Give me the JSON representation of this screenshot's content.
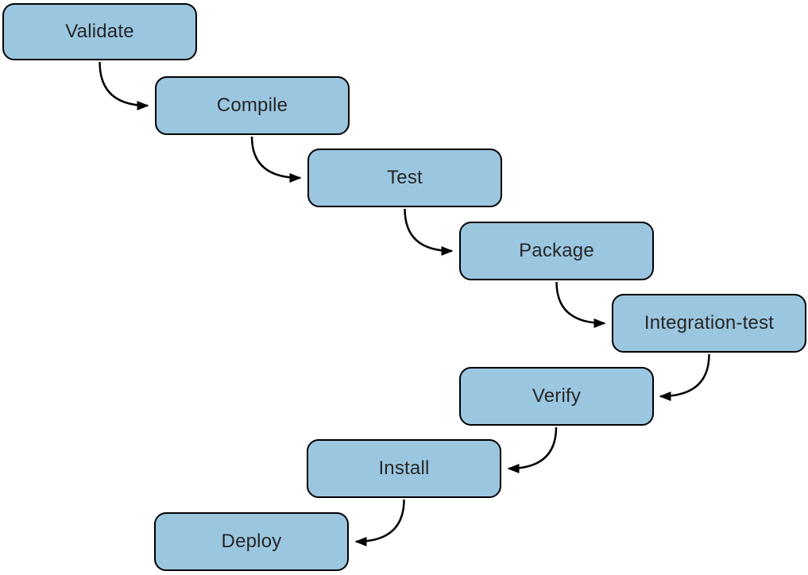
{
  "diagram": {
    "type": "flowchart",
    "description": "Build lifecycle phases shown as a cascading staircase of rounded boxes connected by curved arrows",
    "nodes": [
      {
        "id": "validate",
        "label": "Validate"
      },
      {
        "id": "compile",
        "label": "Compile"
      },
      {
        "id": "test",
        "label": "Test"
      },
      {
        "id": "package",
        "label": "Package"
      },
      {
        "id": "integration-test",
        "label": "Integration-test"
      },
      {
        "id": "verify",
        "label": "Verify"
      },
      {
        "id": "install",
        "label": "Install"
      },
      {
        "id": "deploy",
        "label": "Deploy"
      }
    ],
    "edges": [
      {
        "from": "Validate",
        "to": "Compile"
      },
      {
        "from": "Compile",
        "to": "Test"
      },
      {
        "from": "Test",
        "to": "Package"
      },
      {
        "from": "Package",
        "to": "Integration-test"
      },
      {
        "from": "Integration-test",
        "to": "Verify"
      },
      {
        "from": "Verify",
        "to": "Install"
      },
      {
        "from": "Install",
        "to": "Deploy"
      }
    ],
    "colors": {
      "node_fill": "#9bc6e0",
      "node_border": "#000000",
      "node_text": "#262626",
      "arrow": "#000000",
      "background": "#ffffff"
    }
  }
}
